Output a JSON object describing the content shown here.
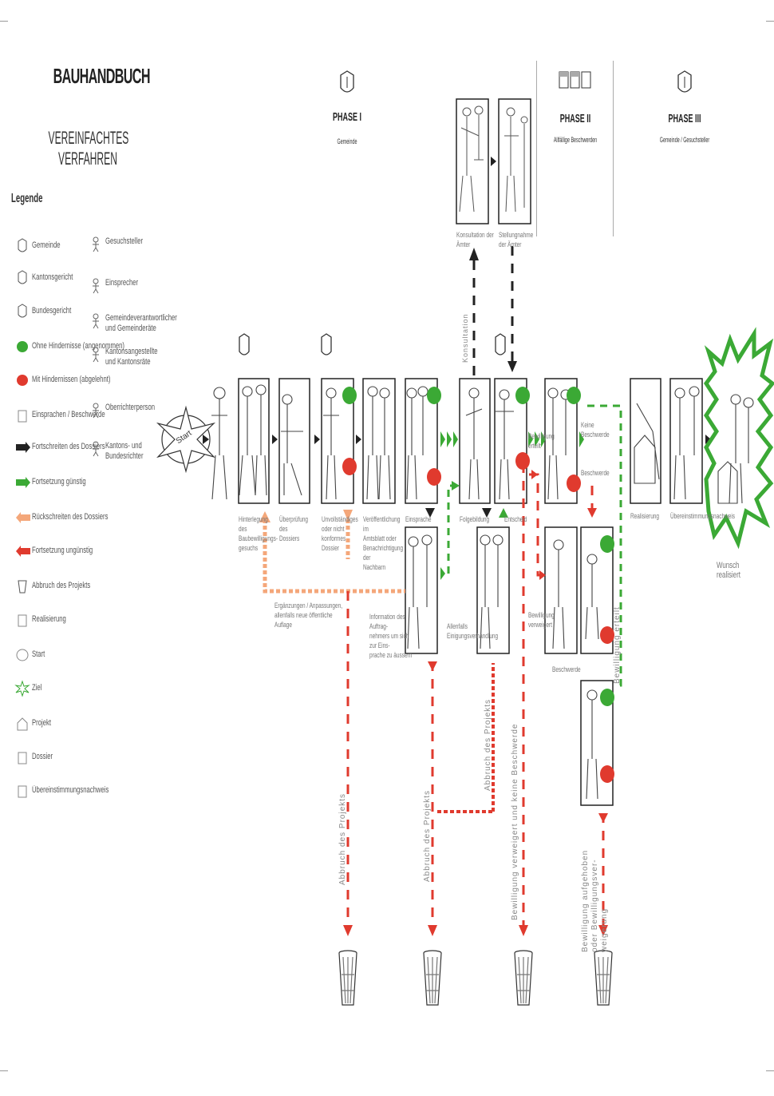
{
  "header": {
    "title": "BAUHANDBUCH",
    "subtitle": "VEREINFACHTES VERFAHREN",
    "legend_title": "Legende"
  },
  "phases": [
    {
      "title": "PHASE I",
      "subtitle": "Gemeinde"
    },
    {
      "title": "PHASE II",
      "subtitle": "Allfällige Beschwerden"
    },
    {
      "title": "PHASE III",
      "subtitle": "Gemeinde / Gesuchsteller"
    }
  ],
  "legend": {
    "left": [
      "Gemeinde",
      "Kantonsgericht",
      "Bundesgericht",
      "Ohne Hindernisse (angenommen)",
      "Mit Hindernissen (abgelehnt)",
      "Einsprachen / Beschwerde",
      "Fortschreiten des Dossiers",
      "Fortsetzung günstig",
      "Rückschreiten des Dossiers",
      "Fortsetzung ungünstig",
      "Abbruch des Projekts",
      "Realisierung",
      "Start",
      "Ziel",
      "Projekt",
      "Dossier",
      "Übereinstimmungsnachweis"
    ],
    "right": [
      "Gesuchsteller",
      "Einsprecher",
      "Gemeindeverantwortlicher\nund Gemeinderäte",
      "Kantonsangestellte\nund Kantonsräte",
      "Oberrichterperson",
      "Kantons- und\nBundesrichter"
    ]
  },
  "captions": {
    "konsultation": "Konsultation der Ämter",
    "stellungnahme": "Stellungnahme der Ämter",
    "hinterlegung": "Hinterlegung des\nBaubewilligungs-\ngesuchs",
    "ueberpruefung": "Überprüfung des\nDossiers",
    "unvollstaendig": "Unvollständiges\noder nicht\nkonformes Dossier",
    "veroeffentlichung": "Veröffentlichung im\nAmtsblatt oder\nBenachrichtigung der\nNachbarn",
    "einsprache": "Einsprache",
    "folgebildung": "Folgebildung",
    "entscheid": "Entscheid",
    "bewilligung_erteilt": "Bewilligung\nerteilt",
    "keine_beschwerde": "Keine Beschwerde",
    "beschwerde": "Beschwerde",
    "realisierung": "Realisierung",
    "uebereinstimmung": "Übereinstimmungsnachweis",
    "wunsch": "Wunsch realisiert",
    "ergaenzungen": "Ergänzungen / Anpassungen,\nallenfalls neue öffentliche Auflage",
    "information": "Information des Auftrag-\nnehmers um sich zur Eins-\nprache zu äussern",
    "allenfalls": "Allenfalls\nEinigungsverhandlung",
    "bewilligung_verweigert": "Bewilligung\nverweigert",
    "beschwerde2": "Beschwerde"
  },
  "vertical_labels": {
    "konsultation": "Konsultation",
    "abbruch1": "Abbruch des Projekts",
    "abbruch2": "Abbruch des Projekts",
    "abbruch3": "Abbruch des Projekts",
    "verweigert": "Bewilligung verweigert und keine Beschwerde",
    "erteilt": "Bewilligung erteilt",
    "aufgehoben": "Bewilligung aufgehoben\noder Bewilligungsver-\nweigerung"
  },
  "start_label": "Start",
  "colors": {
    "green": "#3ba935",
    "red": "#e03a2e",
    "orange": "#f4a77a",
    "black": "#222222",
    "grey": "#888888"
  },
  "icons": [
    "coat-of-arms-icon",
    "smiley-happy-icon",
    "smiley-sad-icon",
    "trash-bin-icon",
    "start-star-icon",
    "goal-burst-icon"
  ]
}
